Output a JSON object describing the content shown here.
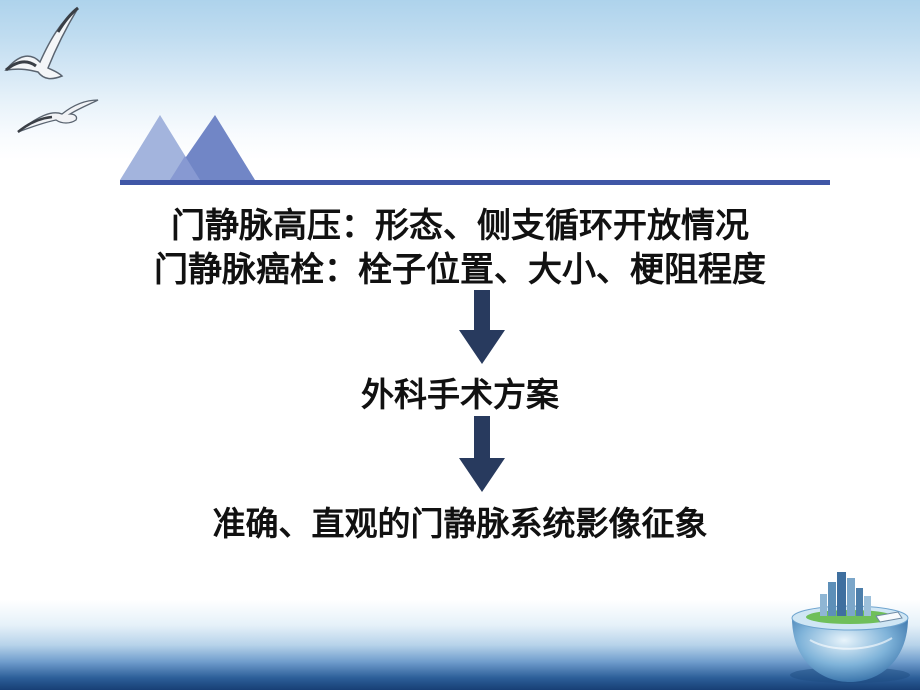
{
  "slide": {
    "line_1": "门静脉高压：形态、侧支循环开放情况",
    "line_2": "门静脉癌栓：栓子位置、大小、梗阻程度",
    "step_1": "外科手术方案",
    "step_2": "准确、直观的门静脉系统影像征象"
  },
  "colors": {
    "triangle_light": "#a3b4dd",
    "triangle_dark": "#7186c6",
    "rule": "#3f56a6",
    "arrow": "#283a5e",
    "text": "#111111"
  },
  "icons": [
    "seagull-icon",
    "seagull-icon",
    "globe-city-icon",
    "down-arrow-icon",
    "down-arrow-icon"
  ]
}
